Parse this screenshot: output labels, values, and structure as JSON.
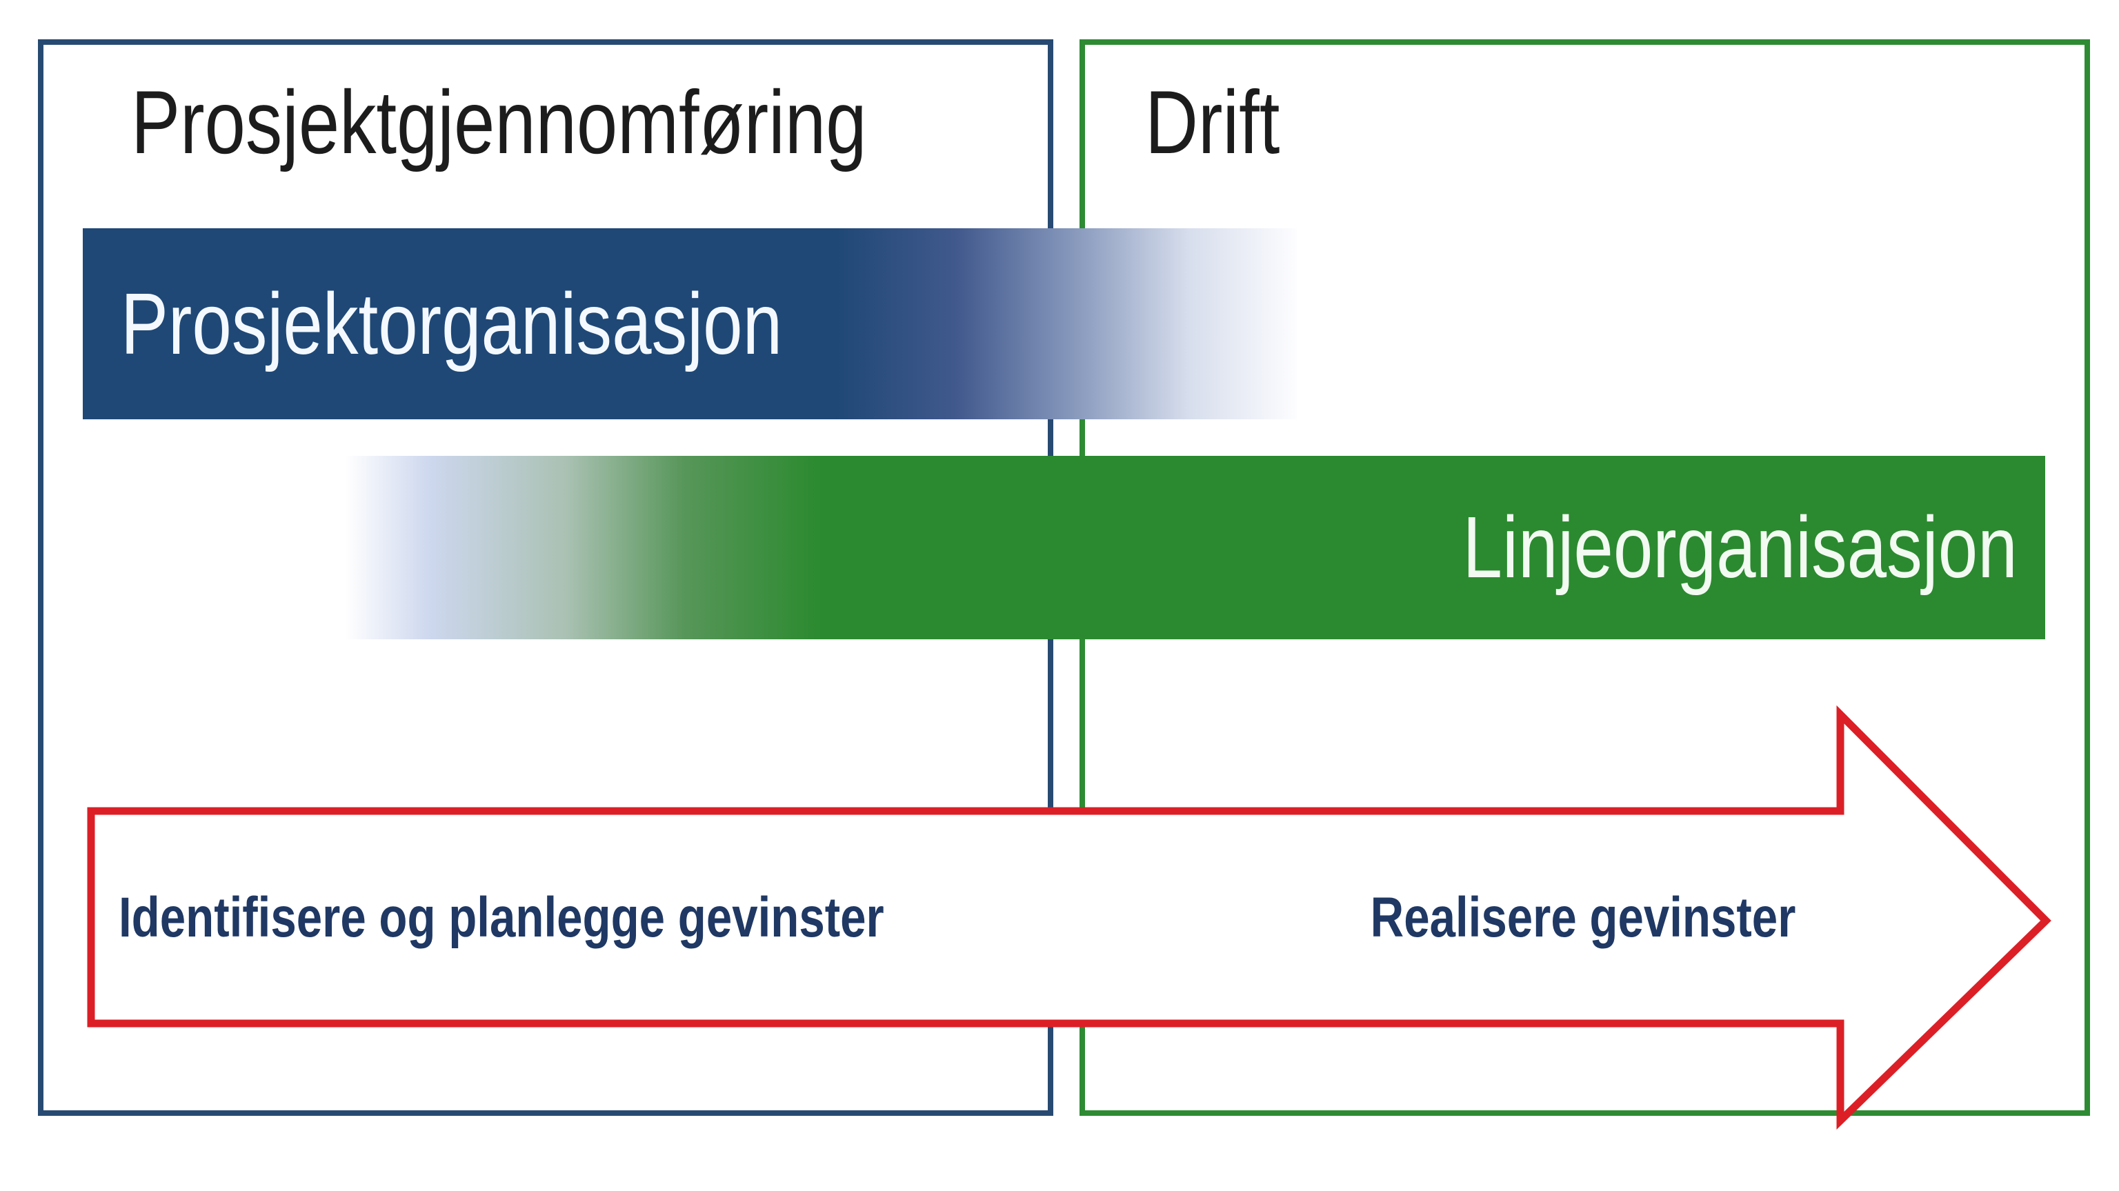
{
  "diagram": {
    "left_box": {
      "title": "Prosjektgjennomføring",
      "border_color": "#274A72"
    },
    "right_box": {
      "title": "Drift",
      "border_color": "#2E8B33"
    },
    "project_bar": {
      "label": "Prosjektorganisasjon",
      "fill_color": "#1F4876",
      "fade_direction": "fades to white toward the right"
    },
    "line_bar": {
      "label": "Linjeorganisasjon",
      "fill_color": "#2B8A2F",
      "fade_direction": "fades in from white on the left"
    },
    "benefits_arrow": {
      "label_left": "Identifisere og planlegge gevinster",
      "label_right": "Realisere gevinster",
      "outline_color": "#DC1F26",
      "fill_color": "#FFFFFF",
      "text_color": "#1F3864"
    }
  }
}
